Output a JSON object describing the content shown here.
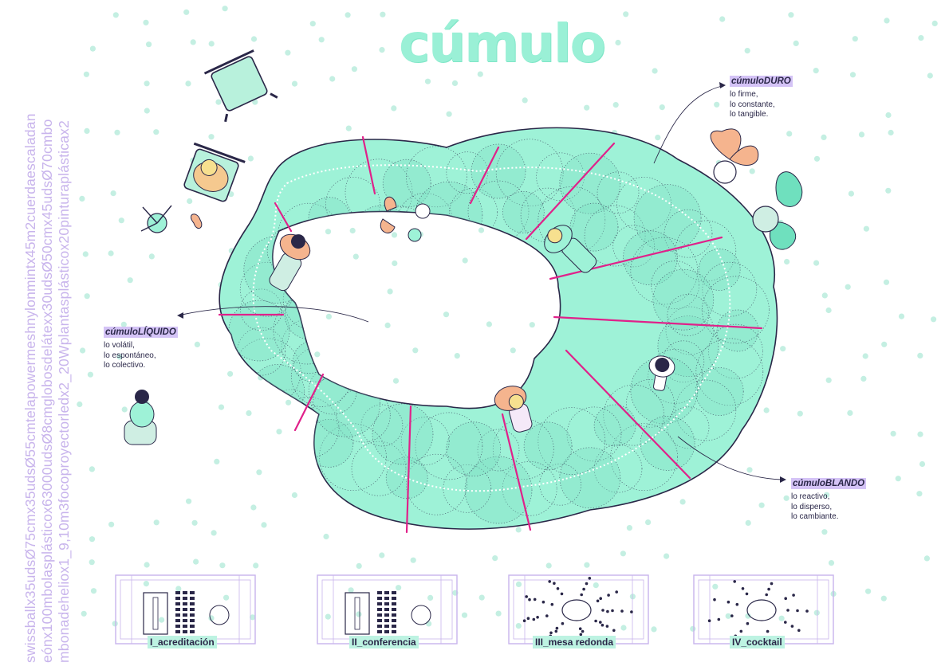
{
  "title": "cúmulo",
  "side_text": [
    "swissballx35udsØ75cmx35udsØ55cmtelapowermeshnylonmintx45m2cuerdaescaladan",
    "eónx100mbolasplásticox63000udsØ8cmglobosdelátexx30udsØ50cmx45udsØ70cmbo",
    "mbonadeheliox1_9,10m3focoproyectorledx2_20Wplantasplásticox20pinturaplásticax2"
  ],
  "labels": {
    "duro": {
      "name": "cúmuloDURO",
      "lines": [
        "lo firme,",
        "lo constante,",
        "lo tangible."
      ]
    },
    "liquido": {
      "name": "cúmuloLÍQUIDO",
      "lines": [
        "lo volátil,",
        "lo espontáneo,",
        "lo colectivo."
      ]
    },
    "blando": {
      "name": "cúmuloBLANDO",
      "lines": [
        "lo reactivo,",
        "lo disperso,",
        "lo cambiante."
      ]
    }
  },
  "plans": [
    {
      "label": "I_acreditación"
    },
    {
      "label": "II_conferencia"
    },
    {
      "label": "III_mesa redonda"
    },
    {
      "label": "IV_cocktail"
    }
  ],
  "colors": {
    "mint": "#9ef2d7",
    "mint_dark": "#7fe0c2",
    "outline": "#2a2748",
    "magenta": "#e0218a",
    "lavender": "#c8b4ec",
    "dots": "#c4efe2",
    "peach": "#f5b48e"
  }
}
